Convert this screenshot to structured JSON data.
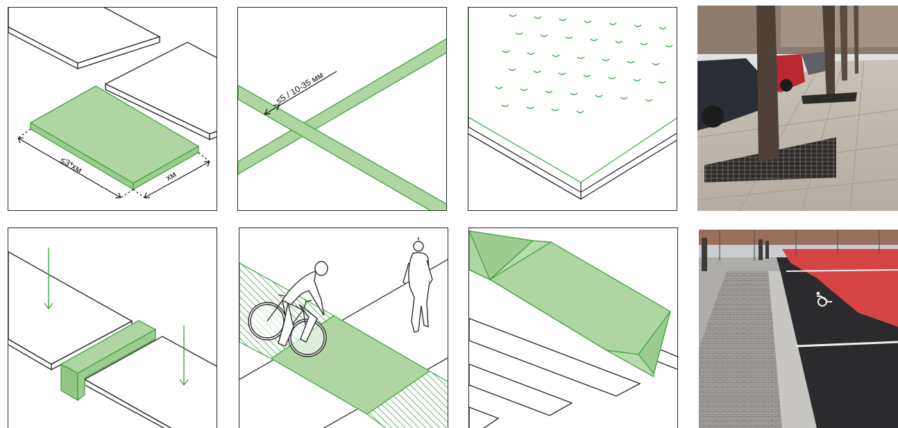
{
  "colors": {
    "green_fill": "#aed5a2",
    "green_stroke": "#3ea33e",
    "line": "#2b2b2b",
    "bike_lane_red": "#d64545"
  },
  "panels": {
    "slab_size": {
      "length_label": "≤3*хм",
      "width_label": "хм"
    },
    "joint": {
      "gap_label": "≤5 / 10-35 мм"
    },
    "surface_texture": {},
    "tree_grate_photo": {},
    "level_difference": {},
    "bike_crossing": {},
    "ramp": {},
    "bike_lane_photo": {}
  },
  "icons": [
    "down-arrow-icon",
    "bicycle-icon",
    "pedestrian-icon",
    "wheelchair-icon"
  ]
}
